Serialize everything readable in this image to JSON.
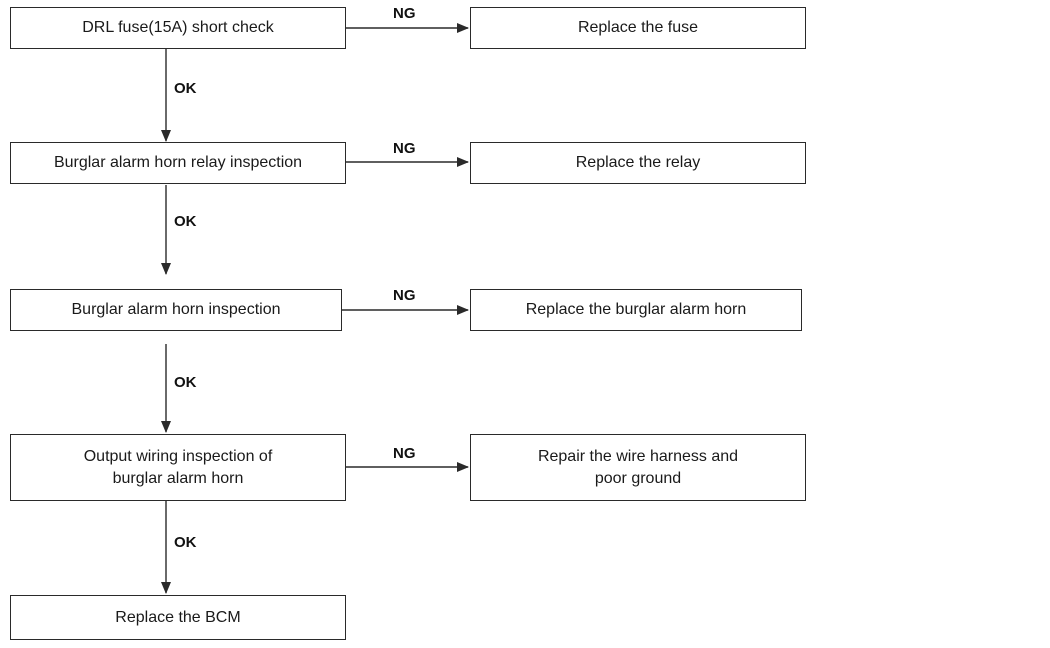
{
  "steps": [
    {
      "check": "DRL fuse(15A) short check",
      "ng_action": "Replace the fuse",
      "ng_label": "NG",
      "ok_label": "OK"
    },
    {
      "check": "Burglar alarm horn relay inspection",
      "ng_action": "Replace the relay",
      "ng_label": "NG",
      "ok_label": "OK"
    },
    {
      "check": "Burglar alarm horn inspection",
      "ng_action": "Replace the burglar alarm horn",
      "ng_label": "NG",
      "ok_label": "OK"
    },
    {
      "check": "Output wiring inspection of\nburglar alarm horn",
      "ng_action": "Repair the wire harness and\npoor ground",
      "ng_label": "NG",
      "ok_label": "OK"
    }
  ],
  "final": {
    "action": "Replace the BCM"
  },
  "colors": {
    "line": "#2a2a2a"
  }
}
